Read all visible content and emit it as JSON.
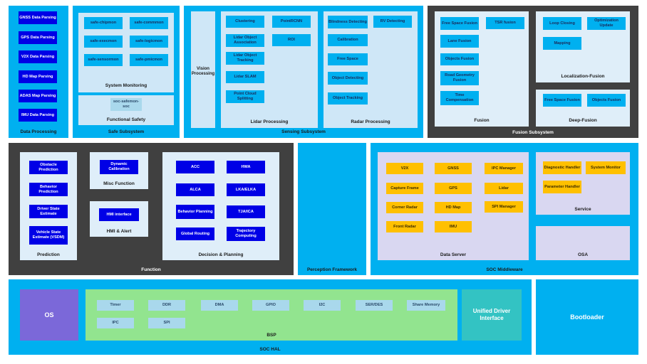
{
  "data_processing": {
    "label": "Data Processing",
    "items": [
      "GNSS Data Parsing",
      "GPS Data Parsing",
      "V2X Data Parsing",
      "HD Map Parsing",
      "ADAS Map Parsing",
      "IMU Data Parsing"
    ]
  },
  "safe_subsystem": {
    "label": "Safe Subsystem",
    "monitoring": {
      "label": "System Monitoring",
      "items": [
        "safe-chipmon",
        "safe-commmon",
        "safe-execmon",
        "safe-logicmon",
        "safe-sensormon",
        "safe-pmicmon"
      ]
    },
    "functional_safety": {
      "label": "Functional Safety",
      "items": [
        "soc-safemon-soc"
      ]
    }
  },
  "sensing_subsystem": {
    "label": "Sensing Subsystem",
    "vision": "Vision Processing",
    "lidar": {
      "label": "Lidar Processing",
      "items": [
        "Clustering",
        "PointRCNN",
        "Lidar Object Association",
        "ROI",
        "Lidar Object Tracking",
        "Lidar SLAM",
        "Point Cloud Splitting"
      ]
    },
    "radar": {
      "label": "Radar Processing",
      "items": [
        "Blindness Detecting",
        "RV Detecting",
        "Calibration",
        "Free Space",
        "Object Detecting",
        "Object Tracking"
      ]
    }
  },
  "fusion_subsystem": {
    "label": "Fusion Subsystem",
    "fusion": {
      "label": "Fusion",
      "items": [
        "Free Space Fusion",
        "TSR fusion",
        "Lane Fusion",
        "Objects Fusion",
        "Road Geometry Fusion",
        "Time Compensation"
      ]
    },
    "localization": {
      "label": "Localization-Fusion",
      "items": [
        "Loop Closing",
        "Optimization Update",
        "Mapping"
      ]
    },
    "deep": {
      "label": "Deep-Fusion",
      "items": [
        "Free Space Fusion",
        "Objects Fusion"
      ]
    }
  },
  "function": {
    "label": "Function",
    "prediction": {
      "label": "Prediction",
      "items": [
        "Obstacle Prediction",
        "Behavior Prediction",
        "Driver State Estimate",
        "Vehicle State Estimate (VSDM)"
      ]
    },
    "misc": {
      "label": "Misc Function",
      "items": [
        "Dynamic Calibration"
      ]
    },
    "hmi": {
      "label": "HMI & Alert",
      "items": [
        "HMI interface"
      ]
    },
    "decision": {
      "label": "Decision & Planning",
      "items": [
        "ACC",
        "HWA",
        "ALCA",
        "LKA/ELKA",
        "Behavior Planning",
        "TJA/ICA",
        "Global Routing",
        "Trajectory Computing"
      ]
    }
  },
  "perception_framework": {
    "label": "Perception Framework"
  },
  "soc_middleware": {
    "label": "SOC Middleware",
    "data_server": {
      "label": "Data Server",
      "items": [
        "V2X",
        "GNSS",
        "IPC Manager",
        "Capture Frame",
        "GPS",
        "Lidar",
        "Corner Radar",
        "HD Map",
        "SPI Manager",
        "Front Radar",
        "IMU"
      ]
    },
    "service": {
      "label": "Service",
      "items": [
        "Diagnostic Handler",
        "System Monitor",
        "Parameter Handler"
      ]
    },
    "osa": {
      "label": "OSA"
    }
  },
  "soc_hal": {
    "label": "SOC HAL",
    "os": "OS",
    "bsp": {
      "label": "BSP",
      "items": [
        "Timer",
        "DDR",
        "DMA",
        "GPIO",
        "I2C",
        "SER/DES",
        "Share Memory",
        "IPC",
        "SPI"
      ]
    },
    "udi": "Unified Driver Interface"
  },
  "bootloader": "Bootloader"
}
